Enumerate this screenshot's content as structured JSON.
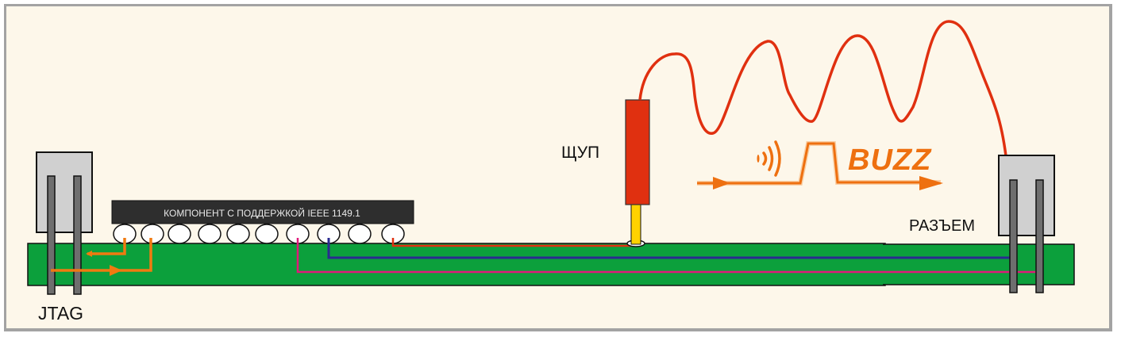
{
  "diagram": {
    "title": "Boundary-scan interconnect test with probe",
    "labels": {
      "jtag": "JTAG",
      "component": "КОМПОНЕНТ С ПОДДЕРЖКОЙ IEEE 1149.1",
      "probe": "ЩУП",
      "connector": "РАЗЪЕМ",
      "buzz": "BUZZ"
    },
    "component_ball_count": 10,
    "traces": [
      {
        "name": "jtag-tdo",
        "color": "#f07a10",
        "from": "ball-1",
        "to": "jtag-pin-2"
      },
      {
        "name": "jtag-tdi",
        "color": "#f07a10",
        "from": "jtag-pin-1",
        "to": "ball-2"
      },
      {
        "name": "pink-net",
        "color": "#e0187a",
        "from": "ball-7",
        "to": "connector-pin-2"
      },
      {
        "name": "blue-net",
        "color": "#2a2a90",
        "from": "ball-8",
        "to": "connector-pin-1"
      },
      {
        "name": "red-net",
        "color": "#e03010",
        "from": "ball-10",
        "to": "probe-tip"
      }
    ],
    "colors": {
      "background": "#fdf7ea",
      "frame": "#a3a3a3",
      "board": "#0ca03c",
      "chip": "#2e2e2e",
      "connector_body": "#d0d0d0",
      "pin": "#6e6e6e",
      "probe": "#e03010",
      "probe_tip": "#ffd200",
      "wire": "#e03010",
      "signal": "#ee7010"
    }
  }
}
